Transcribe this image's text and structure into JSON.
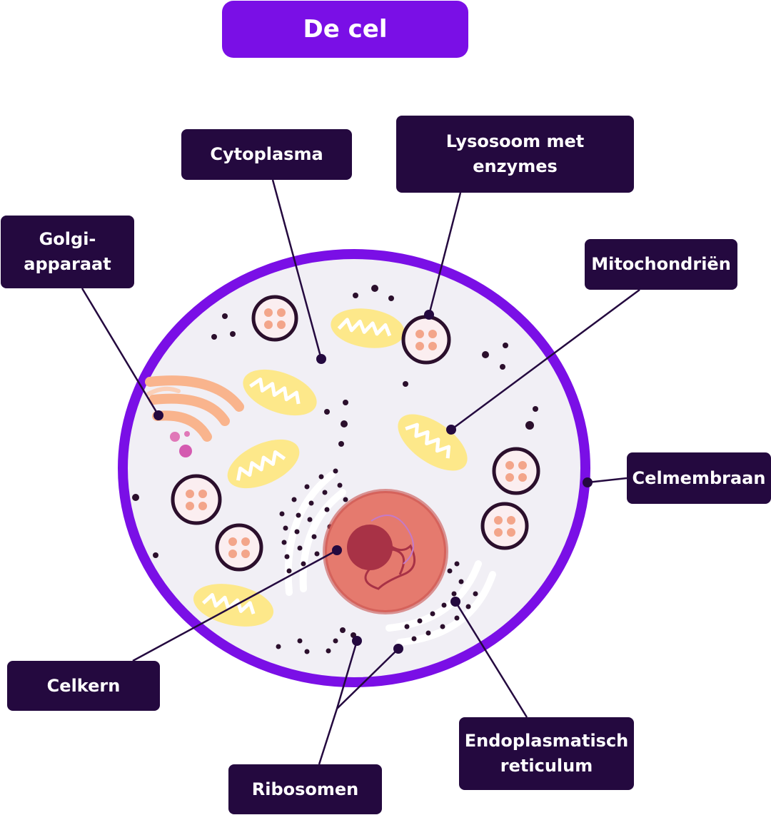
{
  "title": "De cel",
  "labels": {
    "cytoplasma": "Cytoplasma",
    "lysosoom": "Lysosoom met\nenzymes",
    "golgi": "Golgi-\napparaat",
    "mitochondrien": "Mitochondriën",
    "celmembraan": "Celmembraan",
    "celkern": "Celkern",
    "ribosomen": "Ribosomen",
    "er": "Endoplasmatisch\nreticulum"
  },
  "colors": {
    "title_bg": "#7a0fe6",
    "label_bg": "#24093f",
    "membrane": "#7a0fe6",
    "cytoplasm": "#f1eff5",
    "mitochondria": "#fde88a",
    "lysosome_fill": "#fbeef0",
    "nucleus": "#e57a6e",
    "nucleolus": "#a83246",
    "golgi": "#f9b48d",
    "ribosome": "#2b0f2c"
  }
}
